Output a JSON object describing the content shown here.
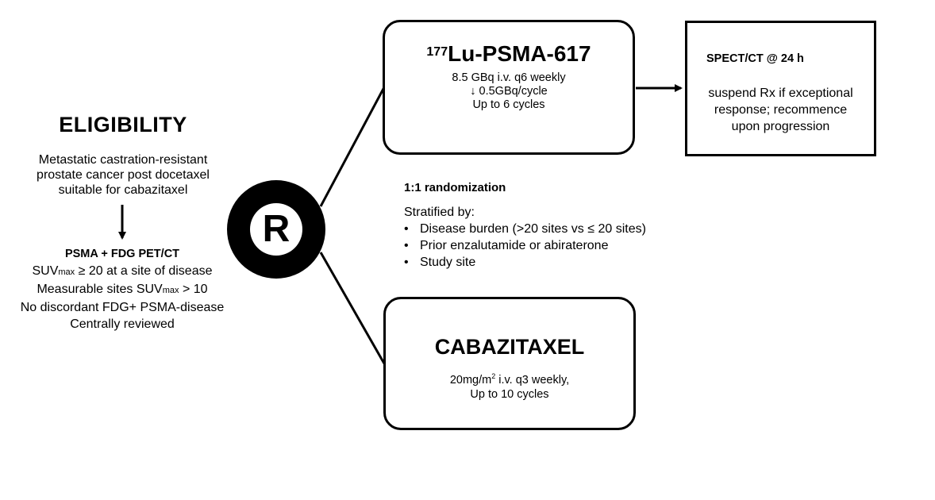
{
  "eligibility": {
    "title": "ELIGIBILITY",
    "lines": [
      "Metastatic castration-resistant",
      "prostate cancer post docetaxel",
      "suitable for cabazitaxel"
    ]
  },
  "pet": {
    "title": "PSMA + FDG PET/CT",
    "line1_pre": "SUV",
    "line1_sub": "max",
    "line1_post": " ≥ 20 at a site of disease",
    "line2_pre": "Measurable sites SUV",
    "line2_sub": "max",
    "line2_post": " > 10",
    "line3": "No discordant FDG+ PSMA-disease",
    "line4": "Centrally reviewed"
  },
  "randomization": {
    "symbol": "R",
    "label": "1:1 randomization",
    "stratified_label": "Stratified by:",
    "factors": [
      "Disease burden (>20 sites vs ≤ 20 sites)",
      "Prior enzalutamide or abiraterone",
      "Study site"
    ]
  },
  "arm_lu": {
    "title_sup": "177",
    "title_main": "Lu-PSMA-617",
    "details": [
      "8.5 GBq i.v. q6 weekly",
      "↓ 0.5GBq/cycle",
      "Up to 6 cycles"
    ]
  },
  "arm_cab": {
    "title": "CABAZITAXEL",
    "dose_pre": "20mg/m",
    "dose_sup": "2",
    "dose_post": " i.v. q3 weekly,",
    "cycles": "Up to 10 cycles"
  },
  "spect": {
    "title": "SPECT/CT @ 24 h",
    "lines": [
      "suspend Rx if exceptional",
      "response; recommence",
      "upon progression"
    ]
  }
}
